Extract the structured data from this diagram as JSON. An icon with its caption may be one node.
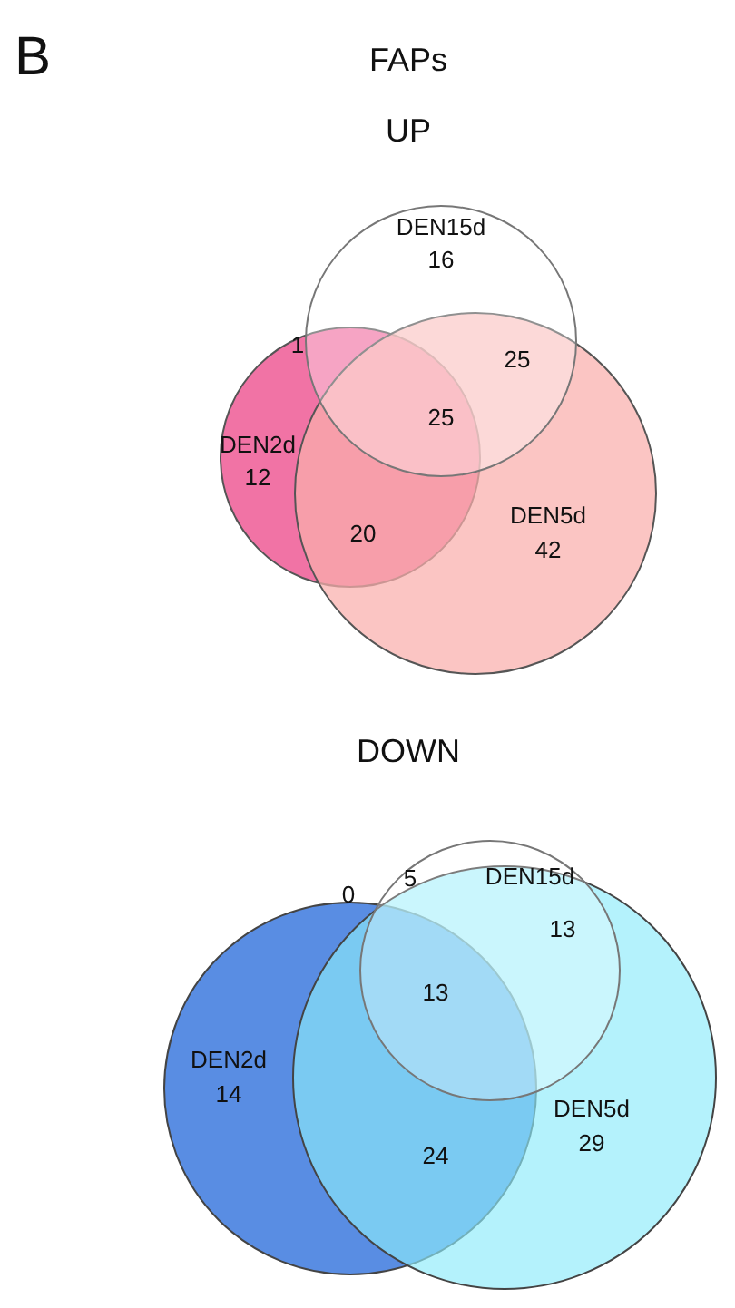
{
  "diagram": {
    "title": "FAPs",
    "nodes": [
      {
        "text": [
          "DEN15d",
          "16"
        ]
      },
      {
        "text": [
          "DEN2d",
          "12"
        ]
      },
      {
        "text": [
          "DEN5d",
          "42"
        ]
      },
      {
        "text": [
          "5",
          "DEN15d"
        ]
      },
      {
        "text": [
          "DEN2d",
          "14"
        ]
      },
      {
        "text": [
          "DEN5d",
          "29"
        ]
      }
    ],
    "labels": [
      "B",
      "UP",
      "1",
      "25",
      "25",
      "20",
      "DOWN",
      "0",
      "13",
      "13",
      "24"
    ]
  }
}
